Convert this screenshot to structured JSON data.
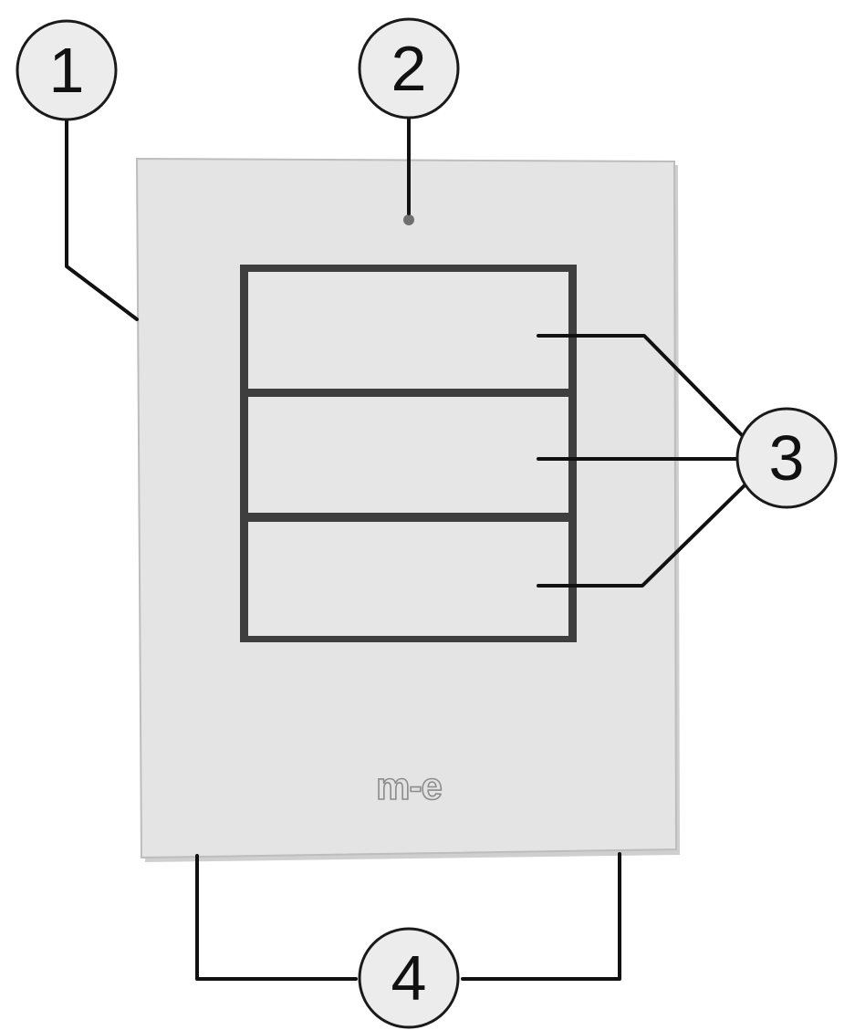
{
  "device": {
    "logo_text": "m-e",
    "colors": {
      "panel": "#e4e4e4",
      "panel_edge": "#bdbdbd",
      "button_frame": "#3e3e3e",
      "button_face": "#e6e6e6",
      "led": "#6f6f6f",
      "callout_fill": "#ececec",
      "leader": "#111111"
    },
    "rocker_count": 3
  },
  "callouts": [
    {
      "label": "1",
      "part": "housing"
    },
    {
      "label": "2",
      "part": "led"
    },
    {
      "label": "3",
      "part": "rocker-buttons"
    },
    {
      "label": "4",
      "part": "width"
    }
  ]
}
